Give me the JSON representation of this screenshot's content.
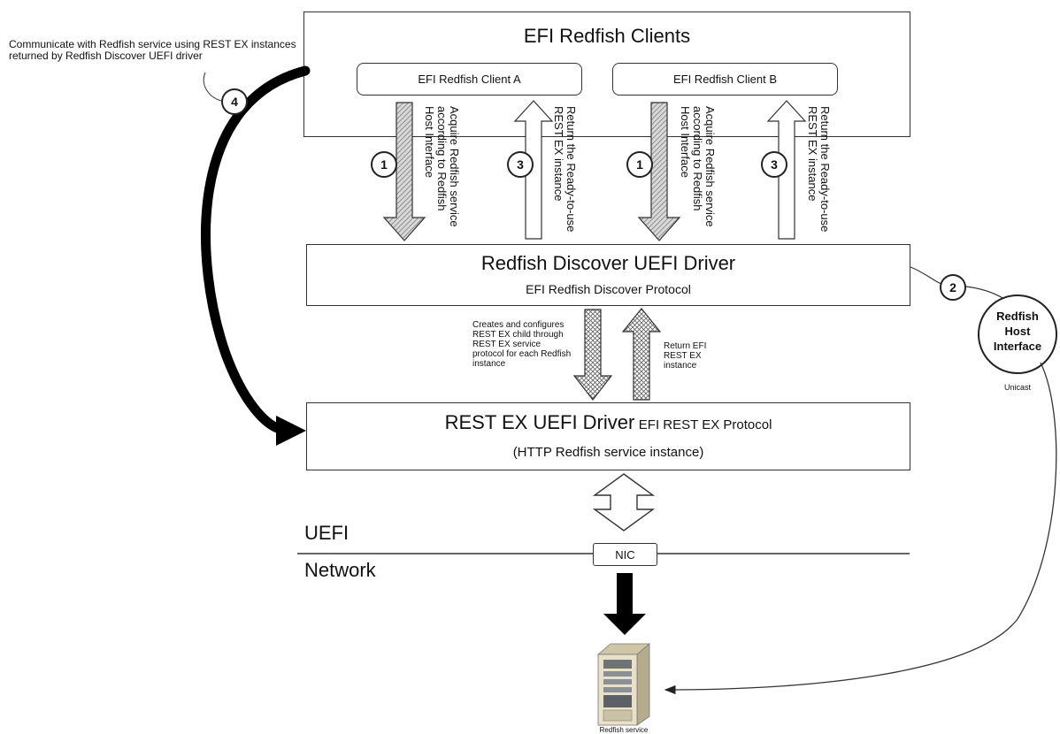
{
  "clients": {
    "title": "EFI Redfish Clients",
    "client_a": "EFI Redfish Client A",
    "client_b": "EFI Redfish Client B"
  },
  "steps": {
    "s1": "1",
    "s2": "2",
    "s3": "3",
    "s4": "4",
    "step1_text": "Acquire Redfish service according to Redfish Host Interface",
    "step3_text": "Return the Ready-to-use REST EX instance",
    "step4_text": "Communicate with Redfish service using REST EX instances returned by Redfish Discover UEFI driver"
  },
  "discover": {
    "title": "Redfish Discover UEFI Driver",
    "protocol": "EFI Redfish Discover Protocol"
  },
  "middle": {
    "creates_text": "Creates and configures REST EX child through REST EX service protocol for each Redfish instance",
    "return_text": "Return EFI REST EX instance"
  },
  "restex": {
    "title": "REST EX UEFI Driver",
    "protocol": "EFI REST EX Protocol",
    "subtitle": "(HTTP Redfish service instance)"
  },
  "host_interface": {
    "label": "Redfish Host Interface",
    "unicast": "Unicast"
  },
  "layers": {
    "uefi": "UEFI",
    "network": "Network",
    "nic": "NIC"
  },
  "server": {
    "label": "Redfish service"
  },
  "colors": {
    "line": "#222222",
    "hatch": "#888888",
    "server_body": "#e8e1c8"
  }
}
